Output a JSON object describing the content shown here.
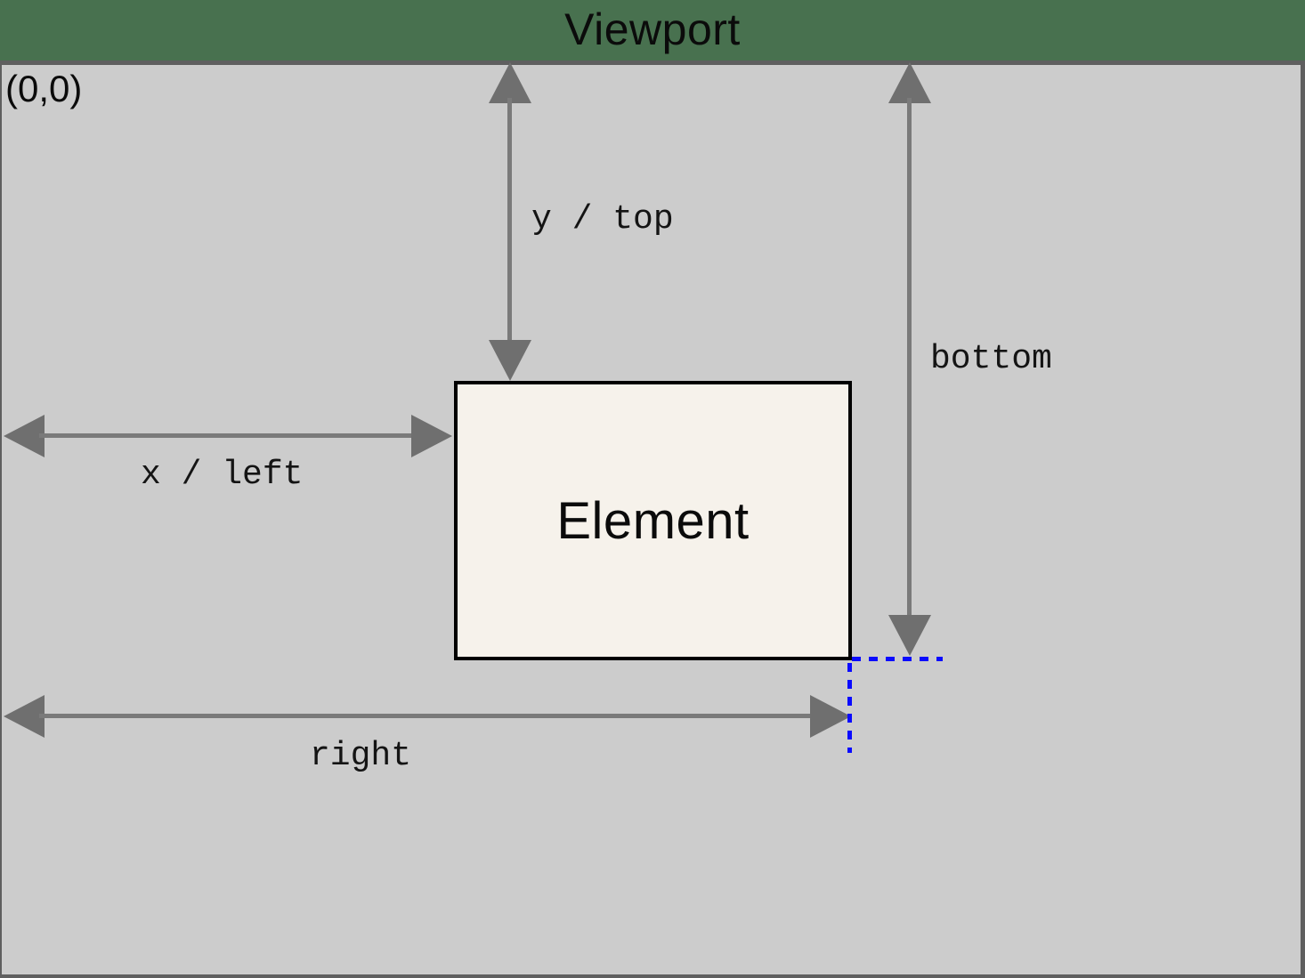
{
  "title": "Viewport",
  "origin_label": "(0,0)",
  "element": {
    "label": "Element"
  },
  "labels": {
    "y_top": "y / top",
    "bottom": "bottom",
    "x_left": "x / left",
    "right": "right"
  },
  "colors": {
    "background_green": "#48714F",
    "viewport_fill": "#CCCCCC",
    "viewport_border": "#5F5F5F",
    "element_fill": "#F6F2EB",
    "element_border": "#000000",
    "arrow_gray": "#6F6F6F",
    "guide_line_blue": "#0A0AFF",
    "text_color": "#0B0B0B"
  }
}
